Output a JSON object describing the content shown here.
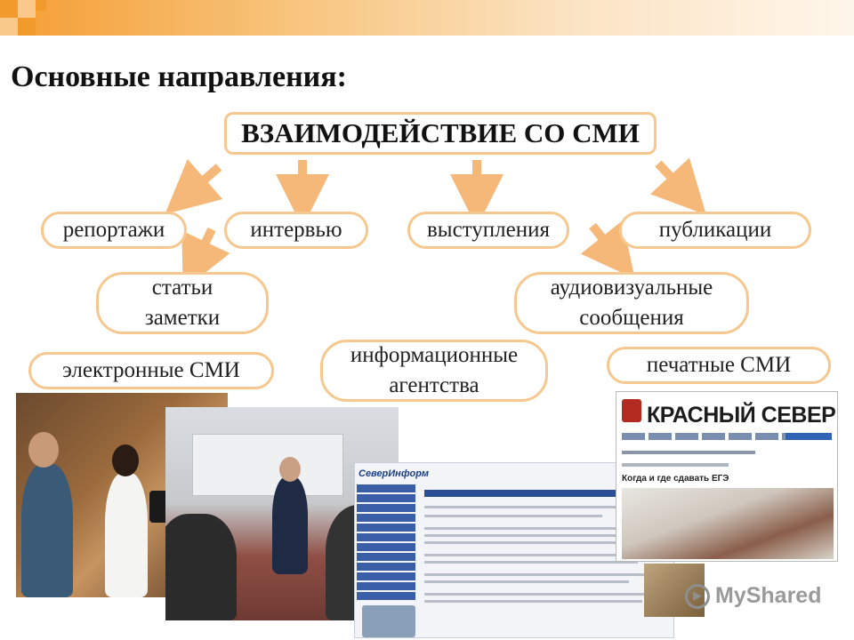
{
  "slide": {
    "heading": "Основные направления:",
    "main_box": "ВЗАИМОДЕЙСТВИЕ СО СМИ",
    "items": {
      "reports": "репортажи",
      "interviews": "интервью",
      "speeches": "выступления",
      "publications": "публикации",
      "articles_1": "статьи",
      "articles_2": "заметки",
      "av_1": "аудиовизуальные",
      "av_2": "сообщения",
      "electronic_media": "электронные СМИ",
      "agencies_1": "информационные",
      "agencies_2": "агентства",
      "print_media": "печатные СМИ"
    }
  },
  "photos": {
    "severinform_logo": "СеверИнформ",
    "krasny_sever_title": "КРАСНЫЙ СЕВЕР",
    "krasny_sever_headline": "Когда и где сдавать ЕГЭ"
  },
  "watermark": "MyShared",
  "colors": {
    "accent": "#f39a2c",
    "box_border": "#f6c88f",
    "arrow": "#f5b878"
  }
}
